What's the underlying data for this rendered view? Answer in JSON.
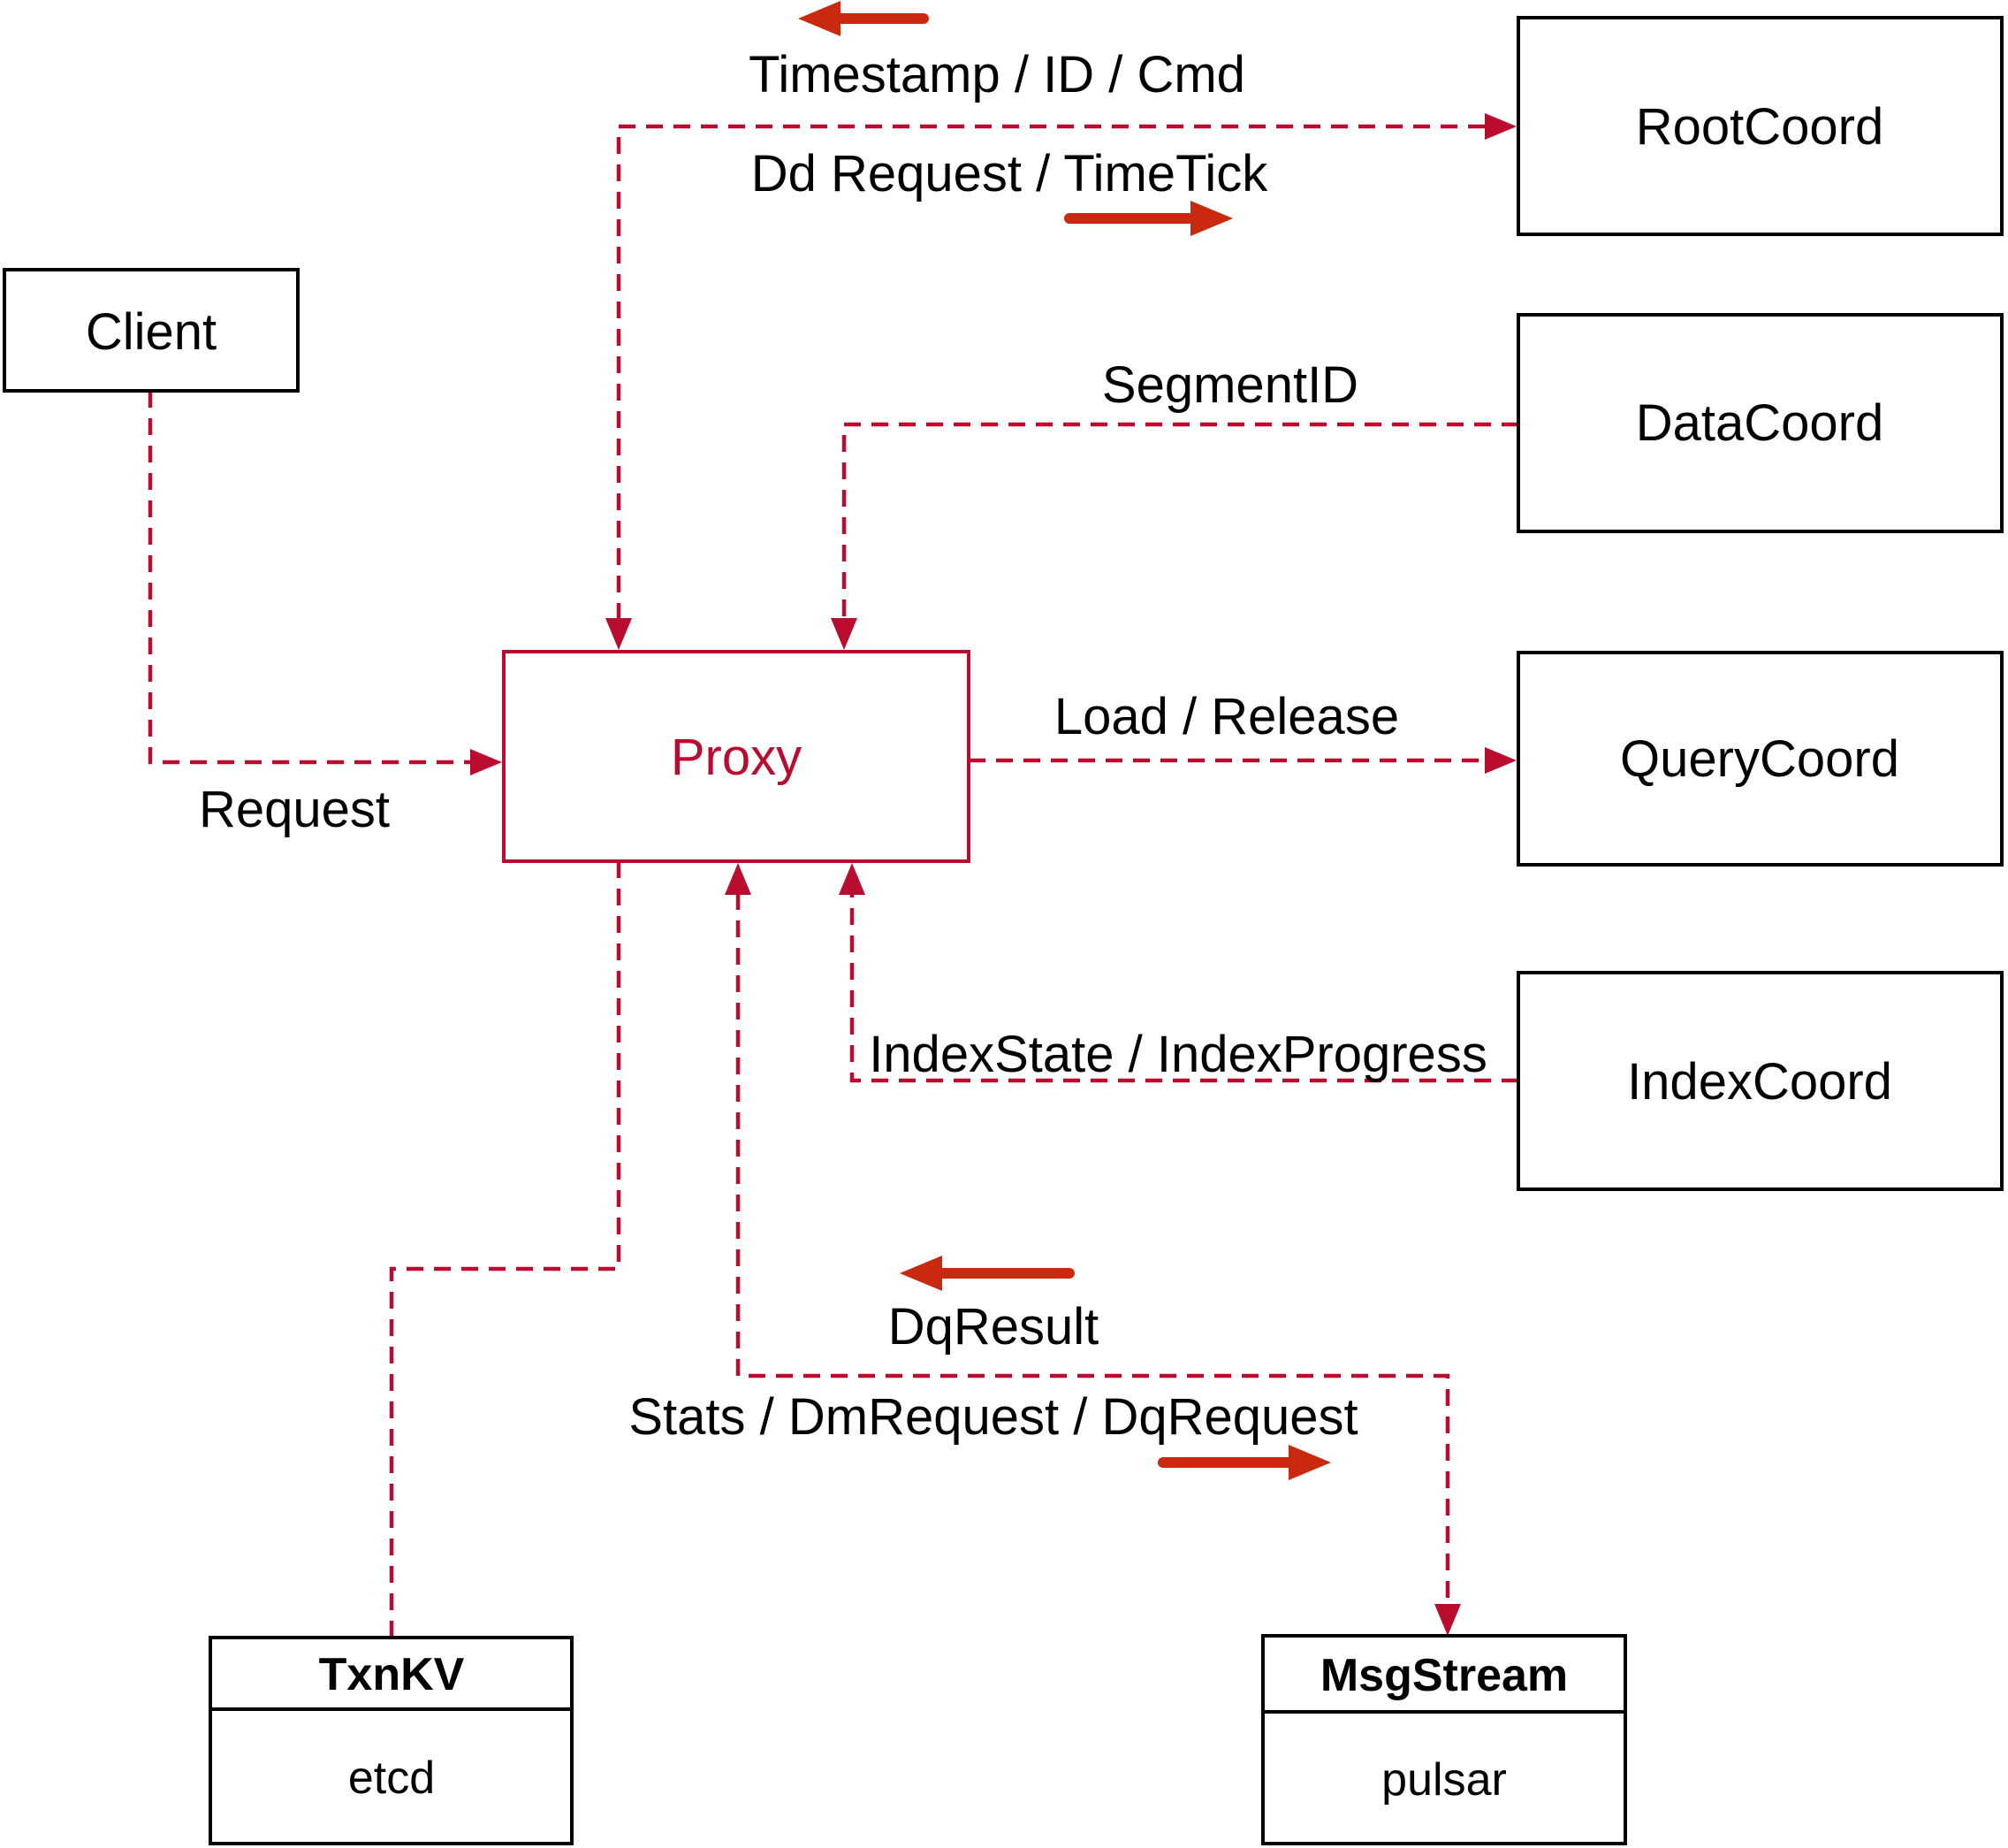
{
  "colors": {
    "connector_crimson": "#ba0c2f",
    "direction_arrow_red": "#c9290e",
    "box_border_black": "#000000",
    "background": "#ffffff"
  },
  "nodes": {
    "client": {
      "label": "Client"
    },
    "proxy": {
      "label": "Proxy"
    },
    "rootcoord": {
      "label": "RootCoord"
    },
    "datacoord": {
      "label": "DataCoord"
    },
    "querycoord": {
      "label": "QueryCoord"
    },
    "indexcoord": {
      "label": "IndexCoord"
    },
    "txnkv": {
      "label": "TxnKV",
      "sublabel": "etcd"
    },
    "msgstream": {
      "label": "MsgStream",
      "sublabel": "pulsar"
    }
  },
  "edges": [
    {
      "id": "client-proxy",
      "from": "Client",
      "to": "Proxy",
      "labels": [
        {
          "text": "Request"
        }
      ]
    },
    {
      "id": "proxy-rootcoord",
      "from": "Proxy",
      "to": "RootCoord",
      "bidirectional": true,
      "labels": [
        {
          "text": "Timestamp / ID / Cmd",
          "direction": "RootCoord to Proxy",
          "arrow_icon": "left-arrow"
        },
        {
          "text": "Dd Request / TimeTick",
          "direction": "Proxy to RootCoord",
          "arrow_icon": "right-arrow"
        }
      ]
    },
    {
      "id": "datacoord-proxy",
      "from": "DataCoord",
      "to": "Proxy",
      "labels": [
        {
          "text": "SegmentID"
        }
      ]
    },
    {
      "id": "proxy-querycoord",
      "from": "Proxy",
      "to": "QueryCoord",
      "labels": [
        {
          "text": "Load / Release"
        }
      ]
    },
    {
      "id": "indexcoord-proxy",
      "from": "IndexCoord",
      "to": "Proxy",
      "labels": [
        {
          "text": "IndexState / IndexProgress"
        }
      ]
    },
    {
      "id": "proxy-txnkv",
      "from": "Proxy",
      "to": "TxnKV",
      "labels": []
    },
    {
      "id": "proxy-msgstream",
      "from": "Proxy",
      "to": "MsgStream",
      "bidirectional": true,
      "labels": [
        {
          "text": "DqResult",
          "direction": "MsgStream to Proxy",
          "arrow_icon": "left-arrow"
        },
        {
          "text": "Stats / DmRequest / DqRequest",
          "direction": "Proxy to MsgStream",
          "arrow_icon": "right-arrow"
        }
      ]
    }
  ]
}
